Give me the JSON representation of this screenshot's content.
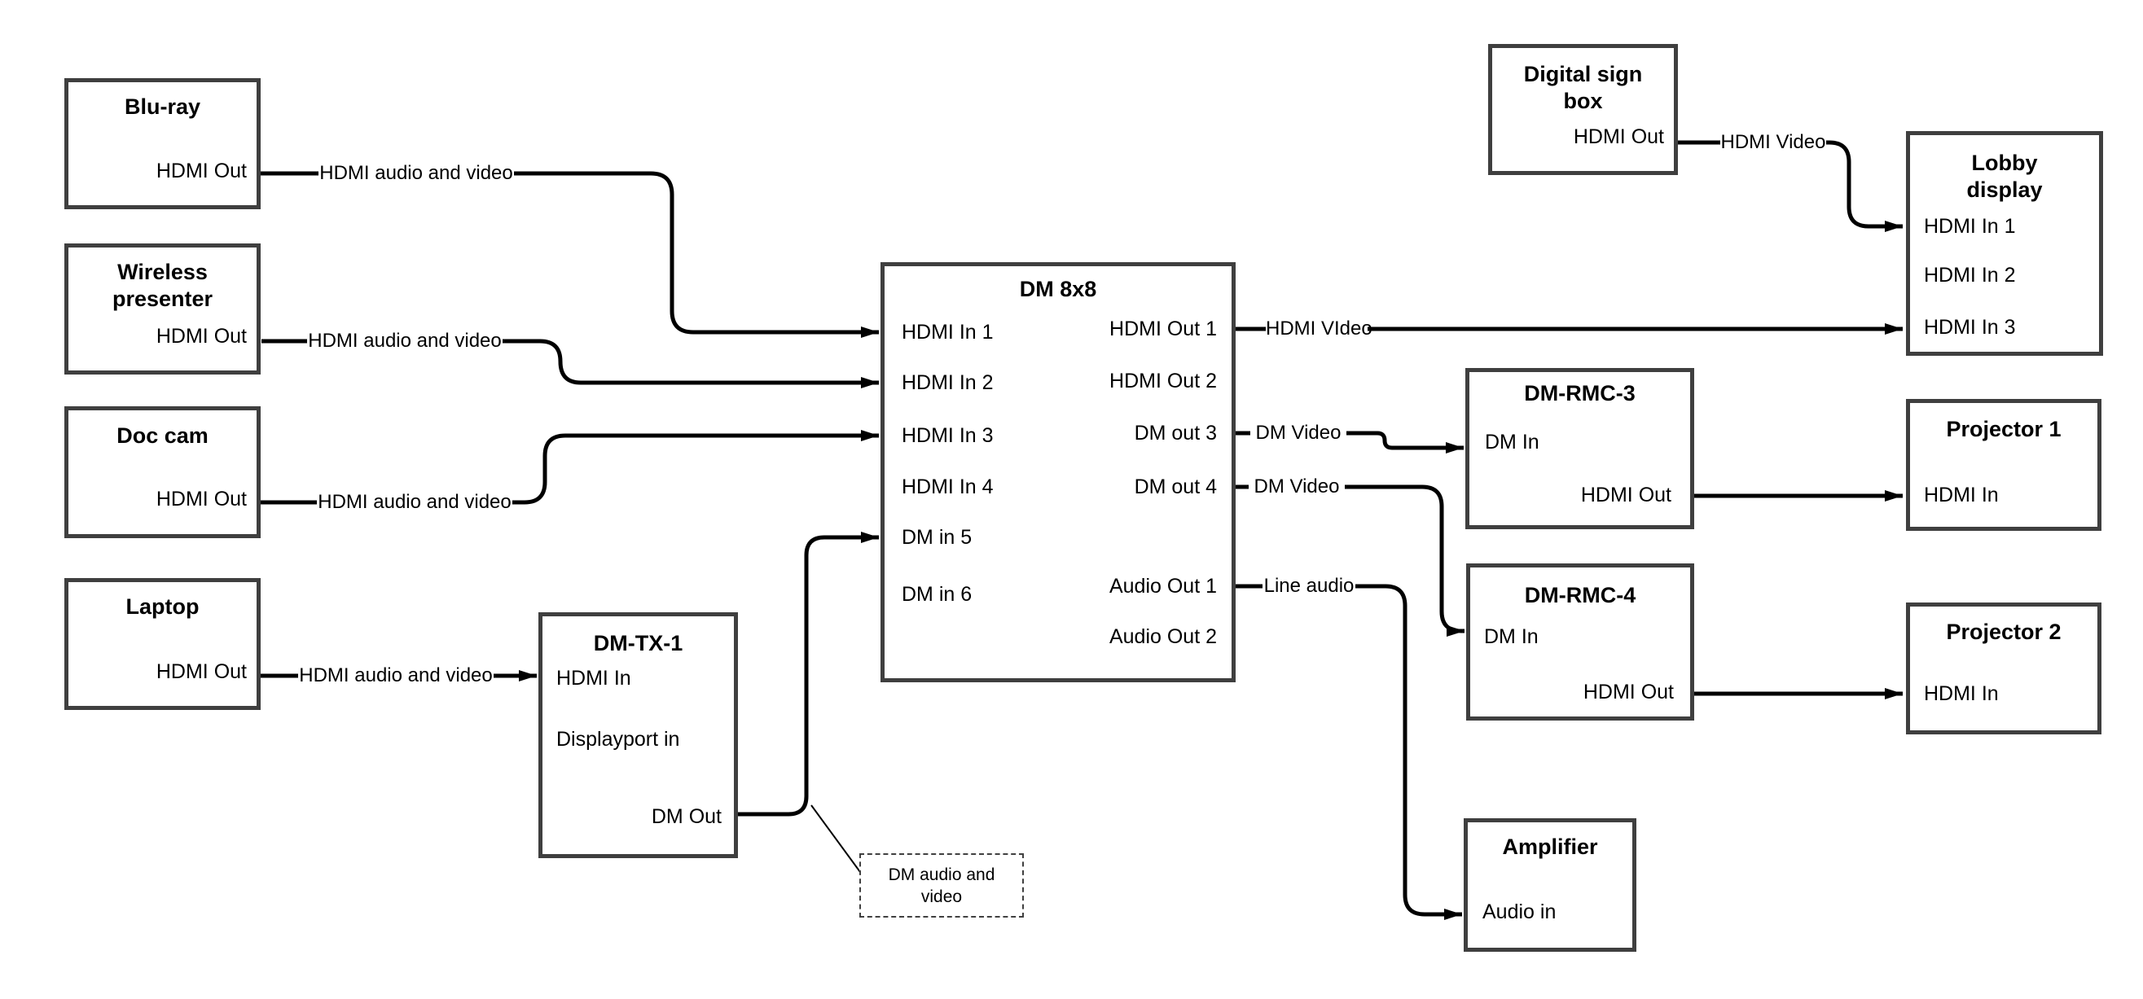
{
  "nodes": {
    "bluray": {
      "title": "Blu-ray",
      "port_out": "HDMI Out"
    },
    "wireless_presenter": {
      "title": "Wireless presenter",
      "port_out": "HDMI Out"
    },
    "doc_cam": {
      "title": "Doc cam",
      "port_out": "HDMI Out"
    },
    "laptop": {
      "title": "Laptop",
      "port_out": "HDMI Out"
    },
    "dm_tx1": {
      "title": "DM-TX-1",
      "port_hdmi_in": "HDMI In",
      "port_displayport_in": "Displayport in",
      "port_dm_out": "DM Out"
    },
    "dm8x8": {
      "title": "DM 8x8",
      "inputs": [
        "HDMI In 1",
        "HDMI In 2",
        "HDMI In 3",
        "HDMI In 4",
        "DM in 5",
        "DM in 6"
      ],
      "outputs": [
        "HDMI Out 1",
        "HDMI Out 2",
        "DM out 3",
        "DM out 4",
        "Audio Out 1",
        "Audio Out 2"
      ]
    },
    "digital_sign_box": {
      "title": "Digital sign box",
      "port_out": "HDMI Out"
    },
    "lobby_display": {
      "title": "Lobby display",
      "inputs": [
        "HDMI In 1",
        "HDMI In 2",
        "HDMI In 3"
      ]
    },
    "dm_rmc3": {
      "title": "DM-RMC-3",
      "port_in": "DM In",
      "port_out": "HDMI Out"
    },
    "dm_rmc4": {
      "title": "DM-RMC-4",
      "port_in": "DM In",
      "port_out": "HDMI Out"
    },
    "amplifier": {
      "title": "Amplifier",
      "port_in": "Audio in"
    },
    "projector1": {
      "title": "Projector 1",
      "port_in": "HDMI In"
    },
    "projector2": {
      "title": "Projector 2",
      "port_in": "HDMI In"
    }
  },
  "edge_labels": {
    "bluray_to_dm8x8": "HDMI audio and video",
    "wireless_to_dm8x8": "HDMI audio and video",
    "doccam_to_dm8x8": "HDMI audio and video",
    "laptop_to_dmtx1": "HDMI audio and video",
    "hdmiout1_to_lobby": "HDMI VIdeo",
    "dmout3_to_rmc3": "DM Video",
    "dmout4_to_rmc4": "DM Video",
    "audioout1_to_amp": "Line audio",
    "sign_to_lobby": "HDMI Video"
  },
  "callout": {
    "text": "DM audio and video"
  },
  "colors": {
    "box_border": "#3f3f3f",
    "line": "#000000",
    "background": "#ffffff",
    "text": "#000000"
  }
}
